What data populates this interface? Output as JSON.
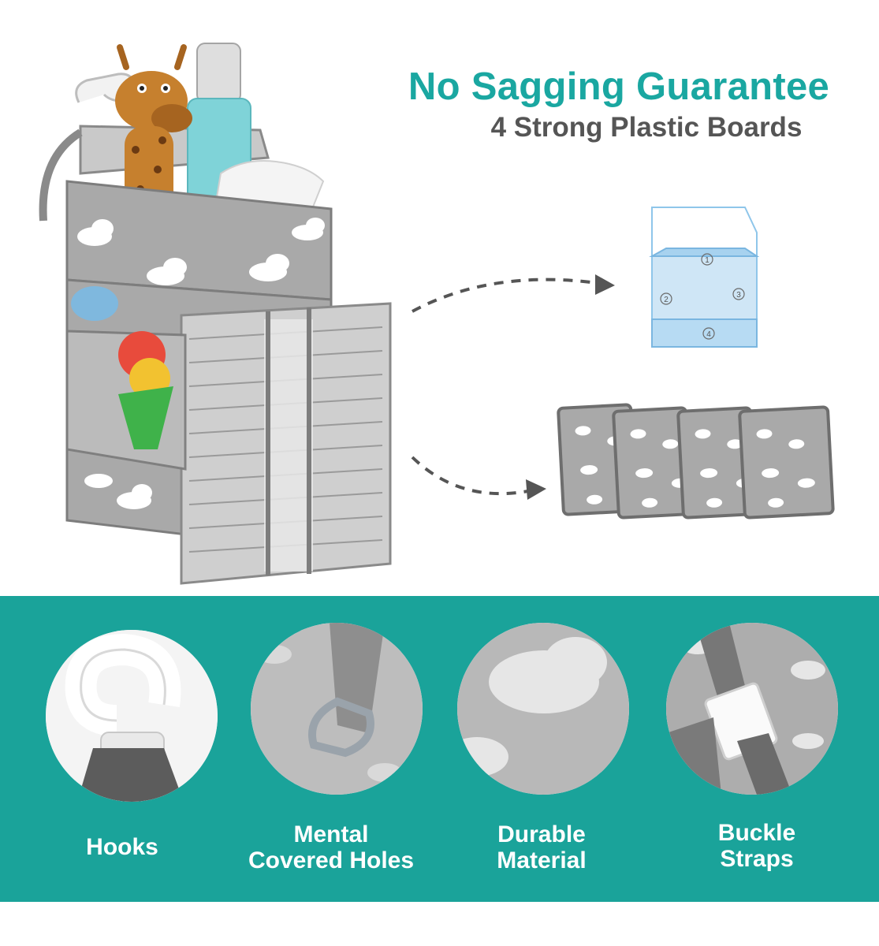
{
  "headline": "No Sagging Guarantee",
  "subheadline": "4 Strong Plastic Boards",
  "diagram": {
    "board_numbers": [
      "1",
      "2",
      "3",
      "4"
    ]
  },
  "features": [
    {
      "lines": [
        "Hooks"
      ],
      "icon": "hook-icon"
    },
    {
      "lines": [
        "Mental",
        "Covered Holes"
      ],
      "icon": "metal-hole-icon"
    },
    {
      "lines": [
        "Durable",
        "Material"
      ],
      "icon": "fabric-icon"
    },
    {
      "lines": [
        "Buckle",
        "Straps"
      ],
      "icon": "buckle-icon"
    }
  ],
  "colors": {
    "accent": "#1aa39a",
    "headline": "#1aa7a1",
    "subheadline": "#555555",
    "fabric": "#a9a9a9",
    "board_blue": "#8fc6ea"
  }
}
